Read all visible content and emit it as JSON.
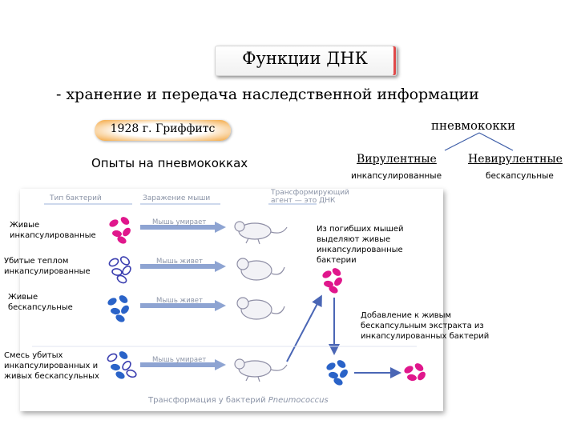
{
  "slide": {
    "title": "Функции ДНК",
    "subtitle": "- хранение и передача наследственной информации",
    "pill": "1928 г. Гриффитс",
    "experiments": "Опыты на пневмококках",
    "pneumococci": "пневмококки",
    "virulent": "Вирулентные",
    "virulent_sub": "инкапсулированные",
    "nonvirulent": "Невирулентные",
    "nonvirulent_sub": "бескапсульные"
  },
  "figure": {
    "col_headers": [
      "Тип бактерий",
      "Заражение мыши",
      "Трансформирующий агент — это ДНК"
    ],
    "rows": [
      {
        "label": "Живые инкапсулированные",
        "arrow_text": "Мышь умирает"
      },
      {
        "label": "Убитые теплом инкапсулированные",
        "arrow_text": "Мышь живет"
      },
      {
        "label": "Живые бескапсульные",
        "arrow_text": "Мышь живет"
      },
      {
        "label": "Смесь убитых инкапсулированных и живых бескапсульных",
        "arrow_text": "Мышь умирает"
      }
    ],
    "note_top": "Из погибших мышей выделяют живые инкапсулированные бактерии",
    "note_bottom": "Добавление к живым бескапсульным экстракта из инкапсулированных бактерий",
    "caption": "Трансформация у бактерий",
    "caption_species": "Pneumococcus"
  },
  "colors": {
    "magenta": "#e0178c",
    "blue": "#2a63c8",
    "arrow": "#3f5fa8"
  }
}
